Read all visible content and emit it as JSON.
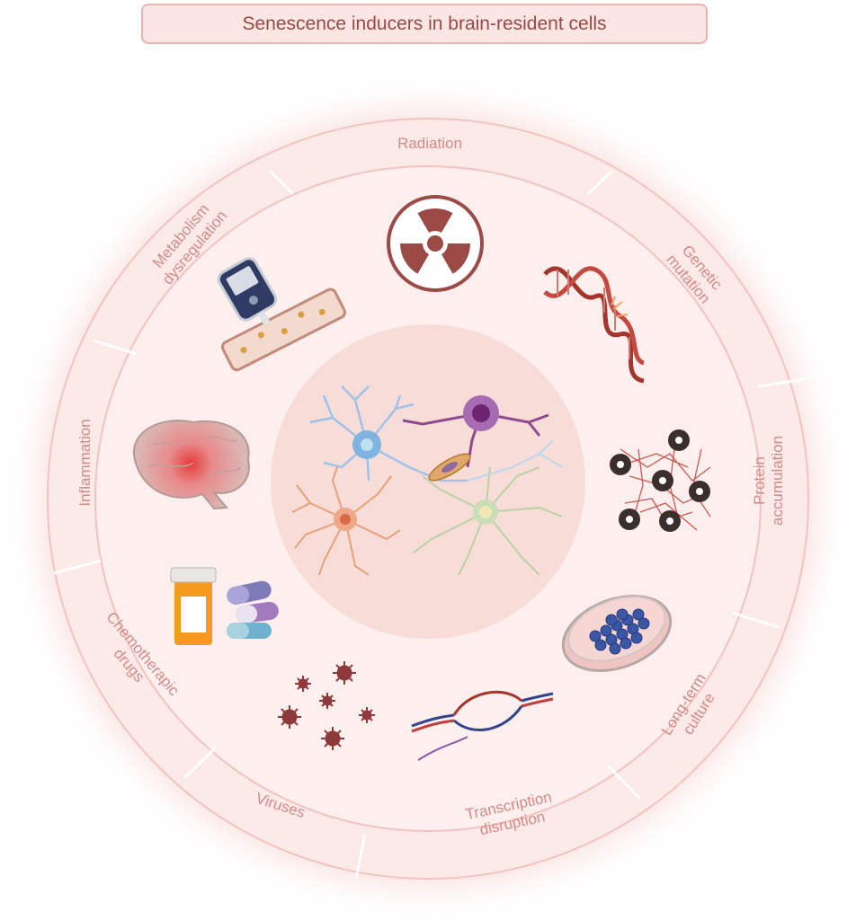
{
  "title": "Senescence inducers in brain-resident cells",
  "labels": {
    "radiation": "Radiation",
    "genetic_1": "Genetic",
    "genetic_2": "mutation",
    "protein_1": "Protein",
    "protein_2": "accumulation",
    "culture_1": "Long-term",
    "culture_2": "culture",
    "transcription_1": "Transcription",
    "transcription_2": "disruption",
    "viruses": "Viruses",
    "chemo_1": "Chemotherapic",
    "chemo_2": "drugs",
    "inflammation": "Inflammation",
    "metabolism_1": "Metabolism",
    "metabolism_2": "dysregulation"
  },
  "icons": [
    "radiation-icon",
    "dna-mutation-icon",
    "protein-aggregate-icon",
    "petri-dish-icon",
    "transcription-bubble-icon",
    "virus-icon",
    "pill-bottle-icon",
    "brain-inflammation-icon",
    "glucometer-icon",
    "neural-cells-icon"
  ],
  "colors": {
    "ring": "#fbe9e7",
    "ring_line": "#f3c9c6",
    "label": "#d48a88",
    "accent": "#9c3c34",
    "title_text": "#9a4845"
  }
}
